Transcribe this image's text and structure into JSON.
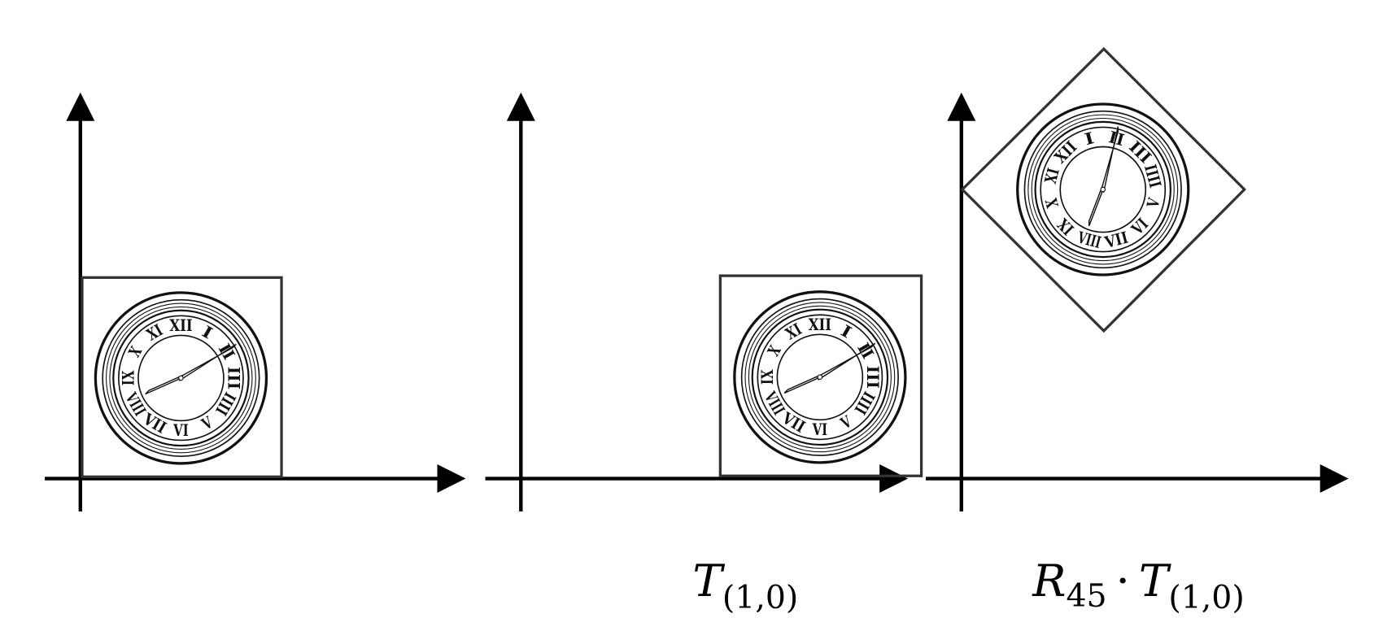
{
  "panels": [
    {
      "id": "original",
      "label": null
    },
    {
      "id": "translated",
      "label": {
        "main": "T",
        "sub": "(1,0)"
      }
    },
    {
      "id": "rotated-translated",
      "label": {
        "main": "R",
        "sub": "45",
        "dot": "·",
        "main2": "T",
        "sub2": "(1,0)"
      }
    }
  ],
  "clock": {
    "numerals": [
      "XII",
      "I",
      "II",
      "III",
      "IIII",
      "V",
      "VI",
      "VII",
      "VIII",
      "IX",
      "X",
      "XI"
    ]
  },
  "rotation_degrees": 45,
  "translation": [
    1,
    0
  ],
  "colors": {
    "axis": "#000000",
    "frame": "#333333"
  }
}
